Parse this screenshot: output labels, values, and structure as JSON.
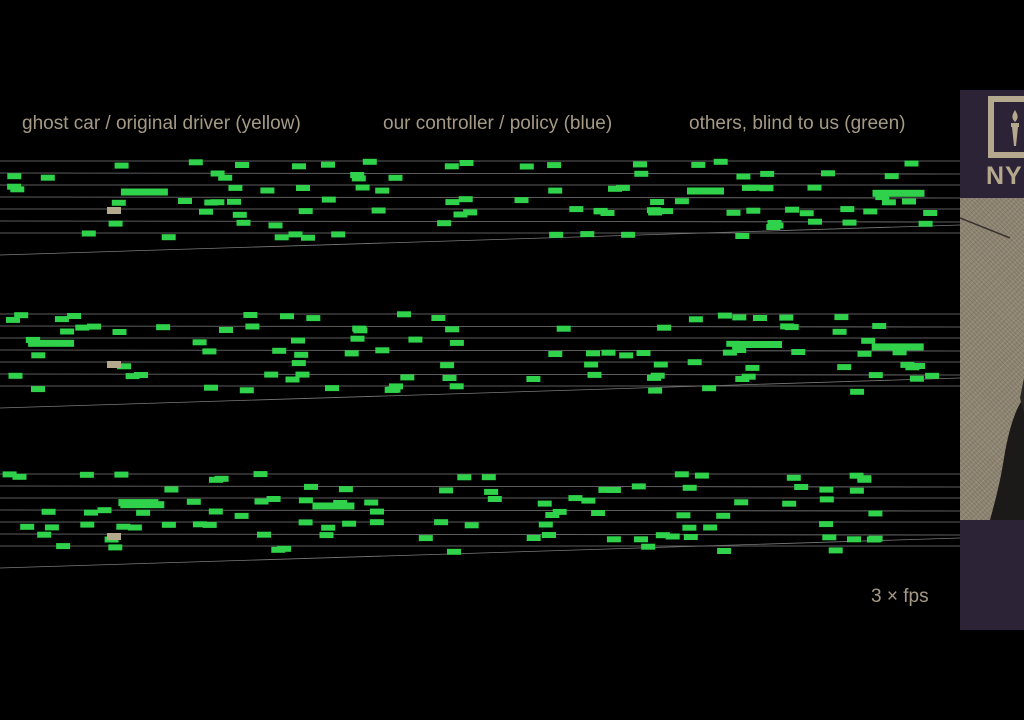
{
  "legend": {
    "ghost": "ghost car / original driver (yellow)",
    "controller": "our controller / policy (blue)",
    "others": "others, blind to us (green)"
  },
  "speed_label": "3 × fps",
  "brand": {
    "text": "NY",
    "logo_icon": "torch-icon"
  },
  "colors": {
    "background": "#000000",
    "lane_lines": "#7a7a7a",
    "other_cars": "#2fd24a",
    "ghost_car": "#b4a88d",
    "legend_text": "#a59a86",
    "panel_bg": "#2d2336",
    "panel_accent": "#b4a88d"
  }
}
